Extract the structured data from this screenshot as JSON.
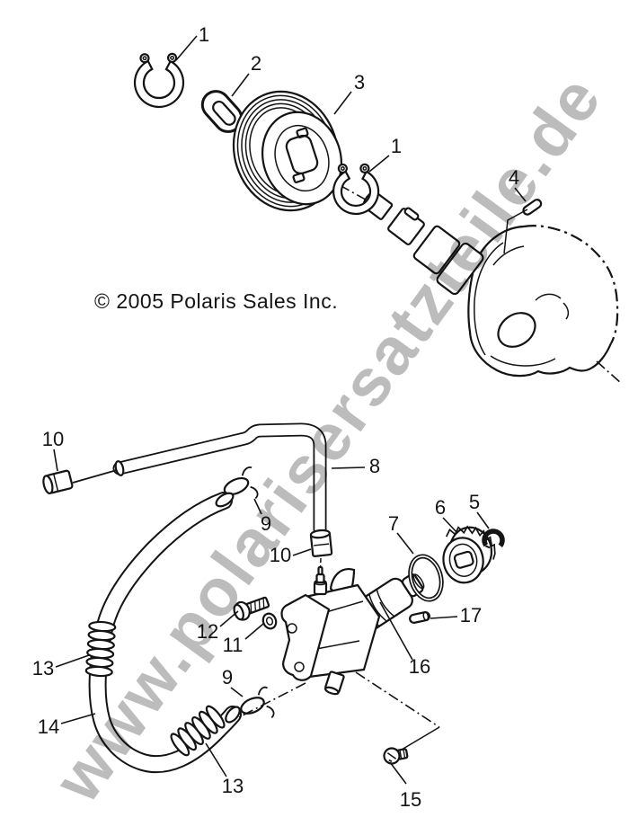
{
  "watermark": {
    "text": "www.polarisersatzteile.de",
    "color": "#bcbcbc"
  },
  "copyright": {
    "text": "© 2005 Polaris Sales Inc."
  },
  "callouts": {
    "c1a": "1",
    "c2": "2",
    "c3": "3",
    "c1b": "1",
    "c4": "4",
    "c10a": "10",
    "c8": "8",
    "c9a": "9",
    "c10b": "10",
    "c7": "7",
    "c6": "6",
    "c5": "5",
    "c12": "12",
    "c11": "11",
    "c9b": "9",
    "c17": "17",
    "c16": "16",
    "c13a": "13",
    "c14": "14",
    "c13b": "13",
    "c15": "15"
  }
}
